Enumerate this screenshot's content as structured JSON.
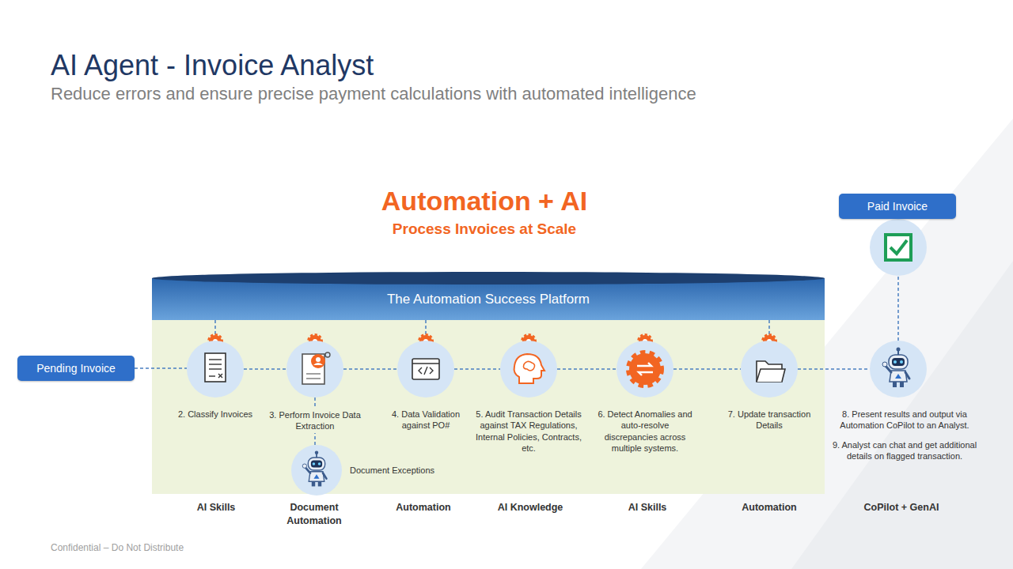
{
  "diagram": {
    "title": "AI Agent - Invoice Analyst",
    "nodes": [
      {
        "text": [
          "Pending Invoice"
        ]
      },
      {
        "text": [
          "The Automation Success Platform"
        ]
      },
      {
        "text": [
          "2. Classify Invoices"
        ],
        "in": 1
      },
      {
        "text": [
          "3. Perform Invoice Data Extraction"
        ],
        "in": 1
      },
      {
        "text": [
          "Document Exceptions"
        ],
        "in": 1
      },
      {
        "text": [
          "4. Data Validation against PO#"
        ],
        "in": 1
      },
      {
        "text": [
          "5. Audit Transaction Details against TAX Regulations, Internal Policies, Contracts, etc."
        ],
        "in": 1
      },
      {
        "text": [
          "6. Detect Anomalies and auto-resolve discrepancies across multiple systems."
        ],
        "in": 1
      },
      {
        "text": [
          "7. Update transaction Details"
        ],
        "in": 1
      },
      {
        "text": [
          "8. Present results and output via Automation CoPilot to an Analyst.",
          "9. Analyst can chat and get additional details on flagged transaction."
        ]
      },
      {
        "text": [
          "Paid Invoice"
        ]
      }
    ],
    "edges": [
      {
        "from": 0,
        "to": 2,
        "arrow": "none"
      },
      {
        "from": 2,
        "to": 3,
        "arrow": "none"
      },
      {
        "from": 3,
        "to": 5,
        "arrow": "none"
      },
      {
        "from": 5,
        "to": 6,
        "arrow": "none"
      },
      {
        "from": 6,
        "to": 7,
        "arrow": "none"
      },
      {
        "from": 7,
        "to": 8,
        "arrow": "none"
      },
      {
        "from": 8,
        "to": 9,
        "arrow": "none"
      },
      {
        "from": 9,
        "to": 10,
        "arrow": "none"
      },
      {
        "from": 3,
        "to": 4,
        "arrow": "none"
      },
      {
        "from": 1,
        "to": 2,
        "arrow": "none"
      },
      {
        "from": 1,
        "to": 5,
        "arrow": "none"
      },
      {
        "from": 1,
        "to": 8,
        "arrow": "none"
      }
    ],
    "labels": [
      "Reduce errors and ensure precise payment calculations with automated intelligence",
      "Automation + AI",
      "Process Invoices at Scale",
      "AI Skills",
      "Document Automation",
      "Automation",
      "AI Knowledge",
      "AI Skills",
      "Automation",
      "CoPilot + GenAI",
      "Confidential – Do Not Distribute"
    ]
  }
}
